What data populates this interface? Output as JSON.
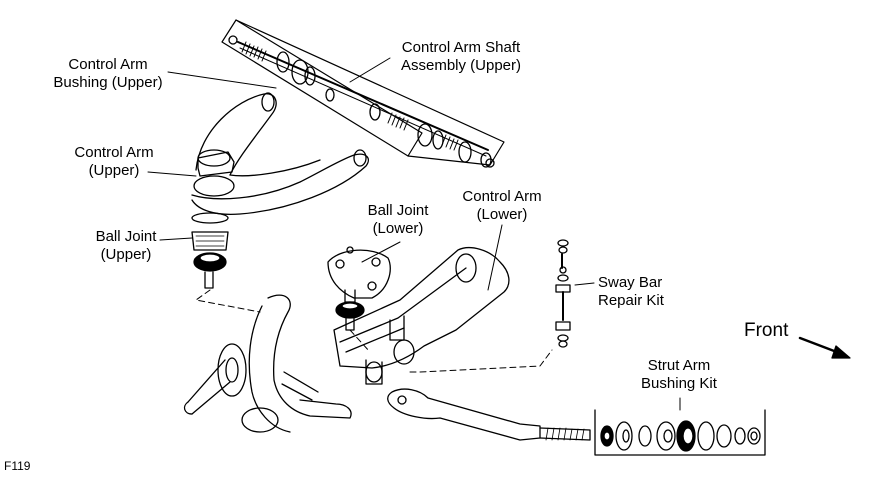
{
  "labels": {
    "upper_bushing": [
      "Control Arm",
      "Bushing (Upper)"
    ],
    "shaft_assembly": [
      "Control Arm Shaft",
      "Assembly (Upper)"
    ],
    "upper_arm": [
      "Control Arm",
      "(Upper)"
    ],
    "upper_ball_joint": [
      "Ball Joint",
      "(Upper)"
    ],
    "lower_ball_joint": [
      "Ball Joint",
      "(Lower)"
    ],
    "lower_arm": [
      "Control Arm",
      "(Lower)"
    ],
    "sway_bar": [
      "Sway Bar",
      "Repair Kit"
    ],
    "strut_arm": [
      "Strut Arm",
      "Bushing Kit"
    ]
  },
  "front_label": "Front",
  "figure_id": "F119"
}
